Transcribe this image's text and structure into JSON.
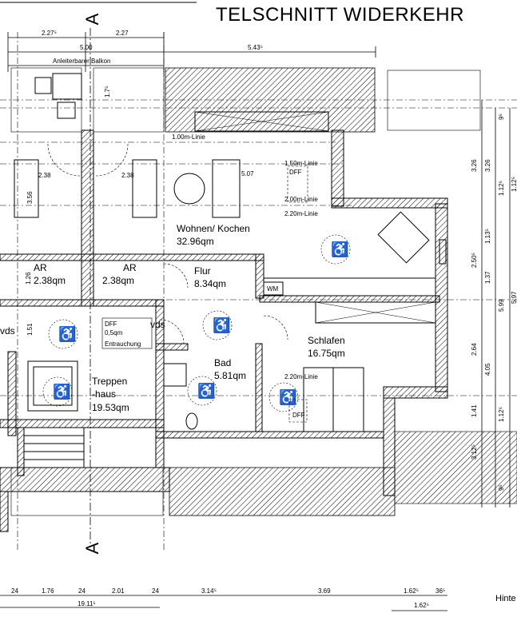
{
  "title": "TELSCHNITT WIDERKEHR",
  "section_marker": "A",
  "side_text": "Hinte",
  "rooms": {
    "wohnen": {
      "name": "Wohnen/ Kochen",
      "area": "32.96qm"
    },
    "flur": {
      "name": "Flur",
      "area": "8.34qm"
    },
    "schlafen": {
      "name": "Schlafen",
      "area": "16.75qm"
    },
    "bad": {
      "name": "Bad",
      "area": "5.81qm"
    },
    "treppenhaus": {
      "name1": "Treppen",
      "name2": "-haus",
      "area": "19.53qm"
    },
    "ar1": {
      "name": "AR",
      "area": "2.38qm"
    },
    "ar2": {
      "name": "AR",
      "area": "2.38qm"
    }
  },
  "labels": {
    "balkon": "Anleiterbarer Balkon",
    "wm": "WM",
    "vds1": "vds",
    "vds2": "vds",
    "dff_box": [
      "DFF",
      "0,5qm",
      "Entrauchung"
    ],
    "dff1": "DFF",
    "dff2": "DFF",
    "line_100": "1.00m-Linie",
    "line_150": "1.50m-Linie",
    "line_200": "2.00m-Linie",
    "line_220a": "2.20m-Linie",
    "line_220b": "2.20m-Linie"
  },
  "top_dims": [
    "2.27⁵",
    "2.27",
    "5.00",
    "5.43⁵"
  ],
  "inner_dims": [
    "1.7⁵",
    "3.56",
    "2.38",
    "2.38",
    "5.07",
    "1.26",
    "1.51"
  ],
  "right_dims": [
    "3.26",
    "3.26",
    "1.12⁵",
    "1.13⁵",
    "2.50⁵",
    "1.37",
    "2.64",
    "4.05",
    "1.41",
    "3.12⁵",
    "9⁵",
    "9⁵",
    "5.99",
    "1.12⁵",
    "1.12⁵",
    "5.97"
  ],
  "bottom_dims": [
    "24",
    "1.76",
    "24",
    "2.01",
    "24",
    "3.14⁵",
    "3.69",
    "1.62⁵",
    "36⁵",
    "19.11⁵",
    "1.62⁵"
  ]
}
